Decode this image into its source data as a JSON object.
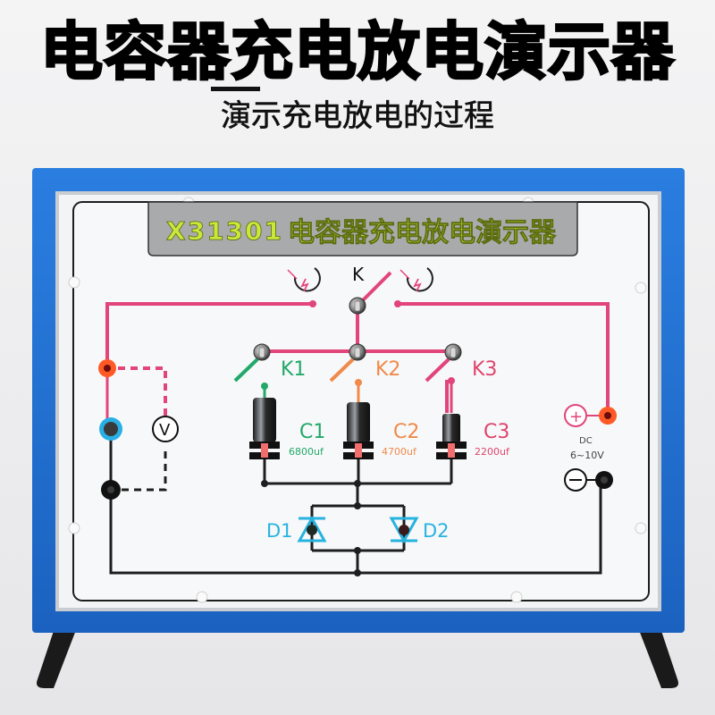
{
  "header": {
    "title": "电容器充电放电演示器",
    "subtitle": "演示充电放电的过程"
  },
  "board": {
    "model": "X31301",
    "name": "电容器充电放电演示器",
    "main_switch": "K",
    "switches": [
      {
        "label": "K1",
        "color": "#22a86a"
      },
      {
        "label": "K2",
        "color": "#f08a4b"
      },
      {
        "label": "K3",
        "color": "#e0446e"
      }
    ],
    "capacitors": [
      {
        "label": "C1",
        "value": "6800uf",
        "color": "#22a86a"
      },
      {
        "label": "C2",
        "value": "4700uf",
        "color": "#f08a4b"
      },
      {
        "label": "C3",
        "value": "2200uf",
        "color": "#e0446e"
      }
    ],
    "diodes": [
      {
        "label": "D1",
        "color": "#27b3e0"
      },
      {
        "label": "D2",
        "color": "#27b3e0"
      }
    ],
    "voltmeter_symbol": "V",
    "power": {
      "plus": "+",
      "minus": "−",
      "type": "DC",
      "range": "6~10V"
    }
  },
  "colors": {
    "frame_blue": "#1f6fd0",
    "wire_pink": "#e2457a",
    "title_green": "#c8e83a",
    "title_panel": "#a9aaac"
  }
}
